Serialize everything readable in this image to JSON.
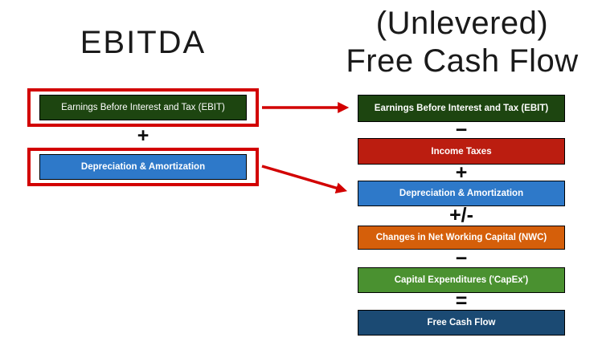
{
  "left": {
    "title": "EBITDA",
    "boxes": [
      {
        "label": "Earnings Before Interest and Tax (EBIT)",
        "color": "#1d4510"
      },
      {
        "label": "Depreciation & Amortization",
        "color": "#2e79c9"
      }
    ],
    "operator": "+"
  },
  "right": {
    "title_line1": "(Unlevered)",
    "title_line2": "Free Cash Flow",
    "rows": [
      {
        "type": "box",
        "label": "Earnings Before Interest and Tax (EBIT)",
        "color": "#1d4510"
      },
      {
        "type": "operator",
        "label": "−"
      },
      {
        "type": "box",
        "label": "Income Taxes",
        "color": "#bb1d10"
      },
      {
        "type": "operator",
        "label": "+"
      },
      {
        "type": "box",
        "label": "Depreciation & Amortization",
        "color": "#2e79c9"
      },
      {
        "type": "operator",
        "label": "+/-"
      },
      {
        "type": "box",
        "label": "Changes in Net Working Capital (NWC)",
        "color": "#d55f0a"
      },
      {
        "type": "operator",
        "label": "−"
      },
      {
        "type": "box",
        "label": "Capital Expenditures ('CapEx')",
        "color": "#4a9130"
      },
      {
        "type": "operator",
        "label": "="
      },
      {
        "type": "box",
        "label": "Free Cash Flow",
        "color": "#1b4a73"
      }
    ]
  },
  "colors": {
    "highlight_red": "#d20000",
    "arrow_red": "#d20000",
    "box_border": "#000000",
    "box_text": "#ffffff",
    "title_text": "#1a1a1a"
  }
}
